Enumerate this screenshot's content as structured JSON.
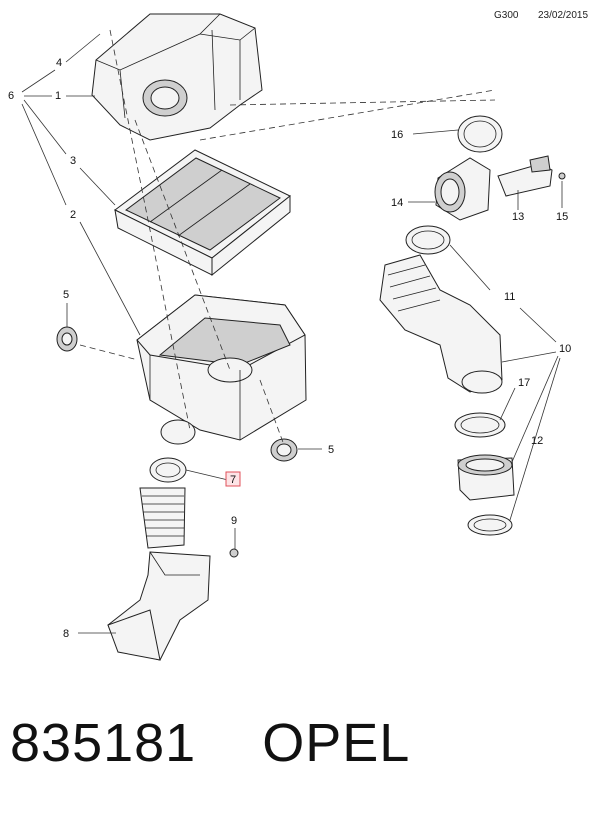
{
  "header": {
    "code": "G300",
    "date": "23/02/2015"
  },
  "callouts": {
    "c1": "1",
    "c2": "2",
    "c3": "3",
    "c4": "4",
    "c5a": "5",
    "c5b": "5",
    "c6": "6",
    "c7": "7",
    "c8": "8",
    "c9": "9",
    "c10": "10",
    "c11": "11",
    "c12": "12",
    "c13": "13",
    "c14": "14",
    "c15": "15",
    "c16": "16",
    "c17": "17"
  },
  "highlight_color": "#e0505a",
  "footer": {
    "part_number": "835181",
    "brand": "OPEL"
  }
}
